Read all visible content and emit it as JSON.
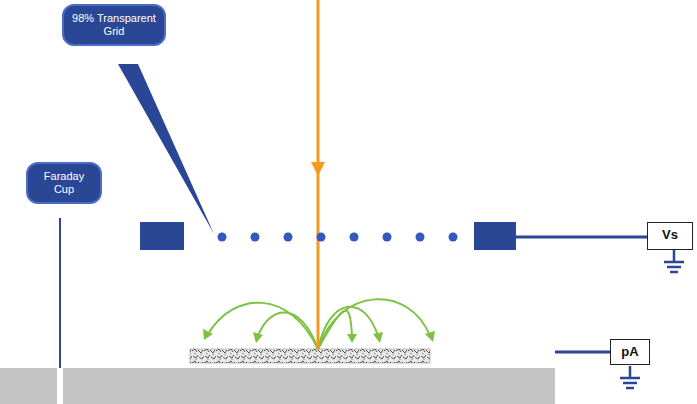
{
  "diagram": {
    "nodes": [
      {
        "text": [
          "98% Transparent Grid"
        ]
      },
      {
        "text": [
          "Faraday Cup"
        ]
      },
      {
        "text": [
          "Vs"
        ]
      },
      {
        "text": [
          "pA"
        ]
      }
    ]
  }
}
